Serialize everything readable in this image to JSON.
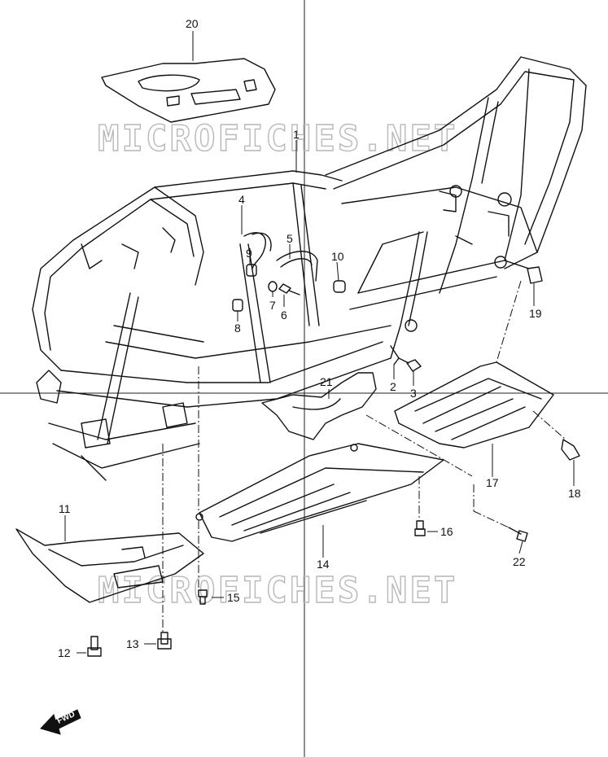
{
  "watermark": {
    "text_top": "MICROFICHES.NET",
    "text_bottom": "MICROFICHES.NET"
  },
  "fwd_arrow_label": "FWD",
  "callouts": [
    {
      "id": "20",
      "part": "frame-guard-upper"
    },
    {
      "id": "1",
      "part": "frame"
    },
    {
      "id": "4",
      "part": "hose-bracket-left"
    },
    {
      "id": "5",
      "part": "hose-bracket-right"
    },
    {
      "id": "9",
      "part": "cushion-9"
    },
    {
      "id": "10",
      "part": "cushion-10"
    },
    {
      "id": "7",
      "part": "washer"
    },
    {
      "id": "6",
      "part": "bolt-6"
    },
    {
      "id": "8",
      "part": "cushion-8"
    },
    {
      "id": "19",
      "part": "cushion-19"
    },
    {
      "id": "2",
      "part": "bracket"
    },
    {
      "id": "3",
      "part": "bolt-3"
    },
    {
      "id": "21",
      "part": "guard-21"
    },
    {
      "id": "17",
      "part": "rear-under-guard"
    },
    {
      "id": "18",
      "part": "bolt-18"
    },
    {
      "id": "11",
      "part": "front-guard"
    },
    {
      "id": "16",
      "part": "bolt-16"
    },
    {
      "id": "14",
      "part": "center-under-guard"
    },
    {
      "id": "22",
      "part": "bolt-22"
    },
    {
      "id": "15",
      "part": "bolt-15"
    },
    {
      "id": "12",
      "part": "bolt-12"
    },
    {
      "id": "13",
      "part": "bolt-13"
    }
  ],
  "colors": {
    "line": "#111111",
    "watermark": "#b8b8b8",
    "background": "#ffffff"
  }
}
